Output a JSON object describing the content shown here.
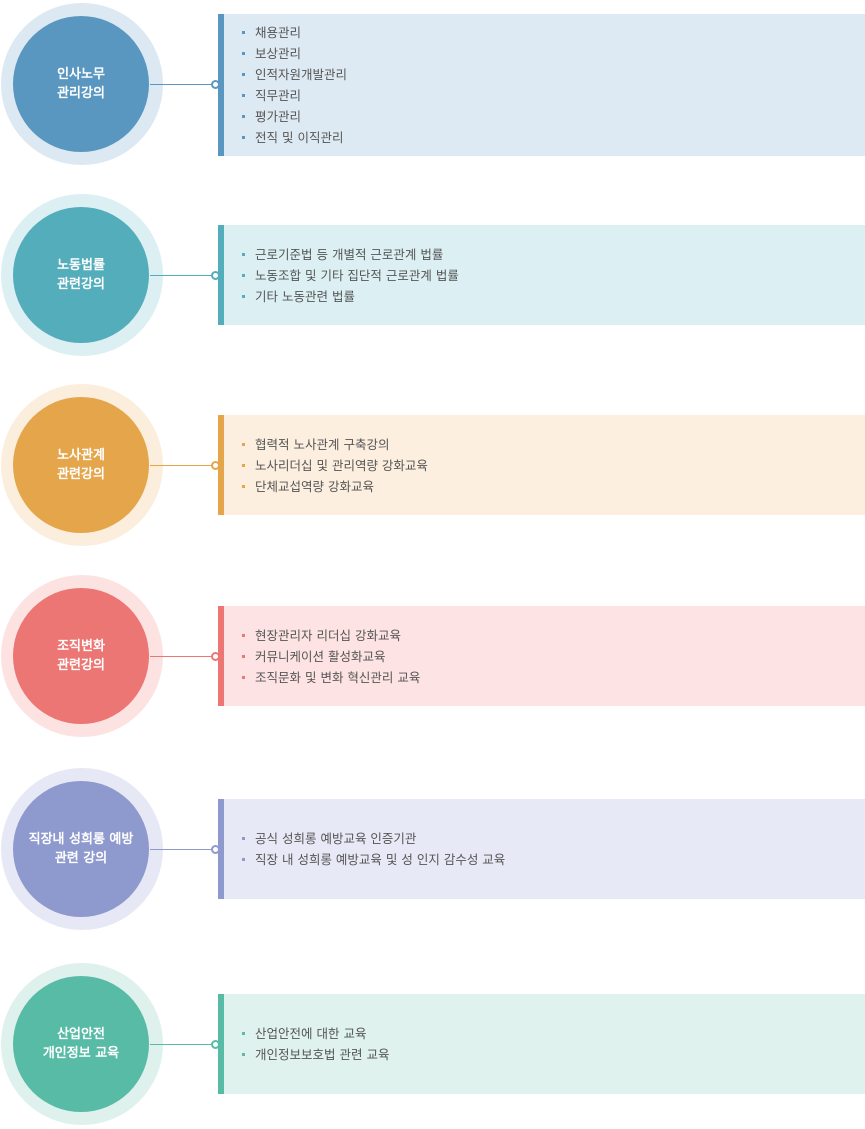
{
  "categories": [
    {
      "title_lines": [
        "인사노무",
        "관리강의"
      ],
      "items": [
        "채용관리",
        "보상관리",
        "인적자원개발관리",
        "직무관리",
        "평가관리",
        "전직 및 이직관리"
      ],
      "colors": {
        "main": "#5a97c0",
        "ring": "#dde9f2",
        "box": "#deeaf3",
        "accent": "#5a97c0"
      }
    },
    {
      "title_lines": [
        "노동법률",
        "관련강의"
      ],
      "items": [
        "근로기준법 등 개별적 근로관계 법률",
        "노동조합 및 기타 집단적 근로관계 법률",
        "기타 노동관련 법률"
      ],
      "colors": {
        "main": "#54adbb",
        "ring": "#dceff2",
        "box": "#dcf0f3",
        "accent": "#54adbb"
      }
    },
    {
      "title_lines": [
        "노사관계",
        "관련강의"
      ],
      "items": [
        "협력적 노사관계 구축강의",
        "노사리더십 및 관리역량 강화교육",
        "단체교섭역량 강화교육"
      ],
      "colors": {
        "main": "#e5a64b",
        "ring": "#fbeedd",
        "box": "#fcefdf",
        "accent": "#e5a64b"
      }
    },
    {
      "title_lines": [
        "조직변화",
        "관련강의"
      ],
      "items": [
        "현장관리자 리더십 강화교육",
        "커뮤니케이션 활성화교육",
        "조직문화 및 변화 혁신관리 교육"
      ],
      "colors": {
        "main": "#eb7673",
        "ring": "#fde2e2",
        "box": "#fde3e3",
        "accent": "#eb7673"
      }
    },
    {
      "title_lines": [
        "직장내 성희롱 예방",
        "관련 강의"
      ],
      "items": [
        "공식 성희롱 예방교육 인증기관",
        "직장 내 성희롱 예방교육 및 성 인지 감수성 교육"
      ],
      "colors": {
        "main": "#8e99cd",
        "ring": "#e6e8f6",
        "box": "#e8e9f6",
        "accent": "#8e99cd"
      }
    },
    {
      "title_lines": [
        "산업안전",
        "개인정보 교육"
      ],
      "items": [
        "산업안전에 대한 교육",
        "개인정보보호법 관련 교육"
      ],
      "colors": {
        "main": "#58bba6",
        "ring": "#def1ec",
        "box": "#dff2ed",
        "accent": "#58bba6"
      }
    }
  ]
}
